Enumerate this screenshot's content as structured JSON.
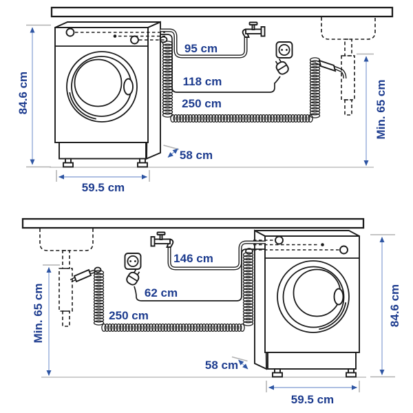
{
  "title": "Washing machine installation dimensions diagram",
  "colors": {
    "label_text": "#1c3b8e",
    "dimension_line": "#94aad8",
    "arrowhead": "#2e55a3",
    "diagram_line": "#1a1a1a",
    "floor_tick": "#b0b0b0",
    "background": "#ffffff"
  },
  "top_panel": {
    "supply_hose_length": "95 cm",
    "power_cord_length": "118 cm",
    "drain_hose_length": "250 cm",
    "machine_height": "84.6 cm",
    "machine_width": "59.5 cm",
    "machine_depth": "58 cm",
    "min_drain_height": "Min. 65 cm"
  },
  "bottom_panel": {
    "supply_hose_length": "146 cm",
    "power_cord_length": "62 cm",
    "drain_hose_length": "250 cm",
    "machine_height": "84.6 cm",
    "machine_width": "59.5 cm",
    "machine_depth": "58 cm",
    "min_drain_height": "Min. 65 cm"
  }
}
